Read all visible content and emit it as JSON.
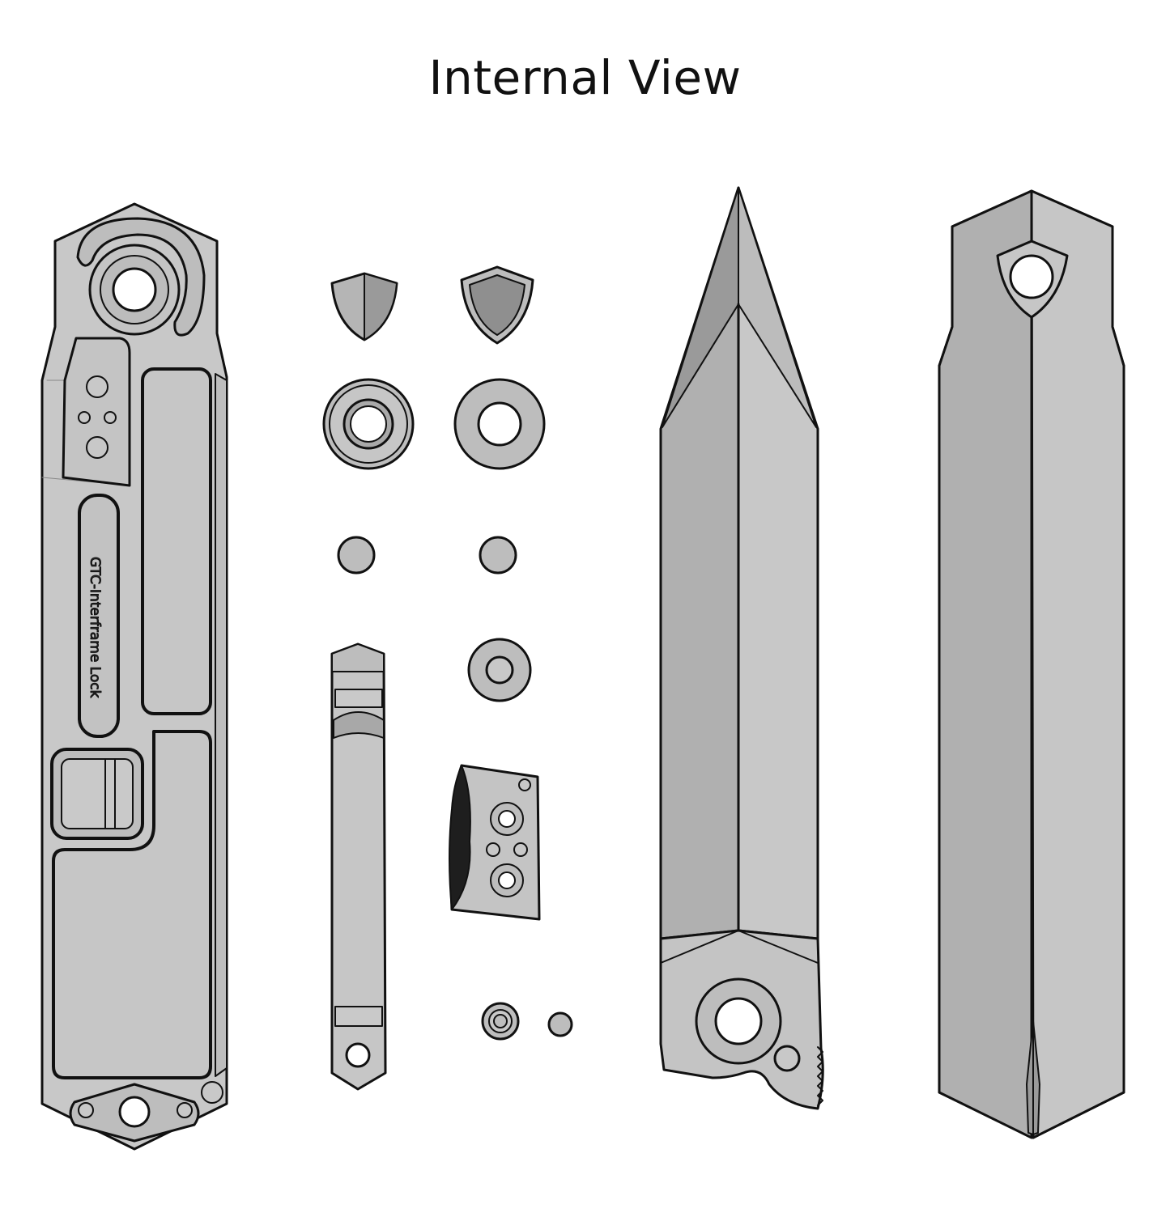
{
  "title": "Internal View",
  "labels": {
    "lock_side_engraving": "GTC-Interframe Lock"
  },
  "colors": {
    "outline": "#111111",
    "face_light": "#c8c8c8",
    "face_mid": "#b6b6b6",
    "face_dark": "#8f8f8f",
    "background": "#ffffff"
  },
  "parts": [
    {
      "name": "lock-side handle",
      "icon": "handle-frame-icon"
    },
    {
      "name": "shield caps",
      "icon": "shield-icon"
    },
    {
      "name": "pivot washers",
      "icon": "washer-icon"
    },
    {
      "name": "detent balls",
      "icon": "ball-icon"
    },
    {
      "name": "backspacer",
      "icon": "spacer-icon"
    },
    {
      "name": "stop pin bushing",
      "icon": "bushing-icon"
    },
    {
      "name": "overtravel stop insert",
      "icon": "insert-icon"
    },
    {
      "name": "small bushings",
      "icon": "bushing-icon"
    },
    {
      "name": "blade",
      "icon": "blade-icon"
    },
    {
      "name": "presentation side handle",
      "icon": "handle-scale-icon"
    }
  ]
}
